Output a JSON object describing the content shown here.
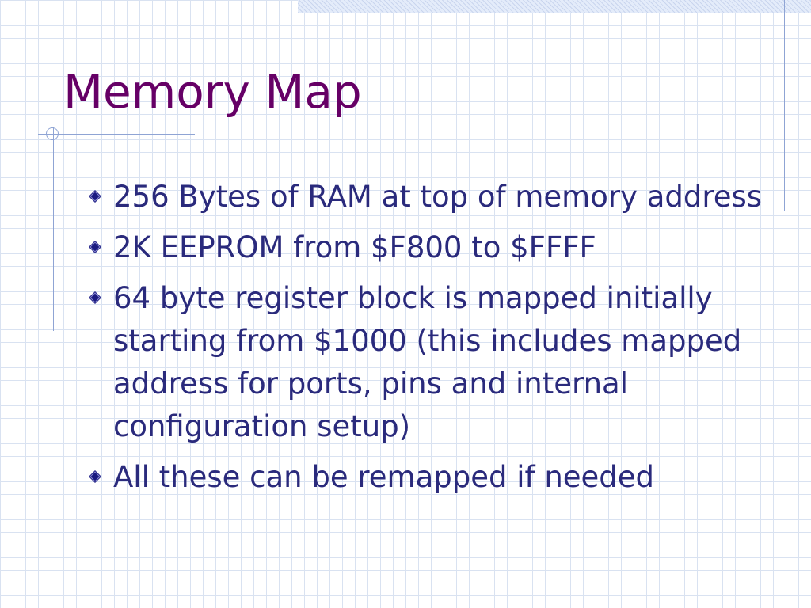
{
  "slide": {
    "title": "Memory Map",
    "bullets": [
      "256 Bytes of RAM at top of memory address",
      "2K EEPROM from $F800 to $FFFF",
      "64 byte register block is mapped initially starting from $1000 (this includes mapped address for ports, pins and internal configuration setup)",
      "All these can be remapped if needed"
    ]
  },
  "icons": {
    "bullet": "diamond-bullet-icon"
  },
  "colors": {
    "title": "#660066",
    "body_text": "#2a2a7c",
    "bullet_fill": "#1a1a80",
    "grid": "#d9e2f1",
    "accent_lines": "#8fa4d4"
  }
}
